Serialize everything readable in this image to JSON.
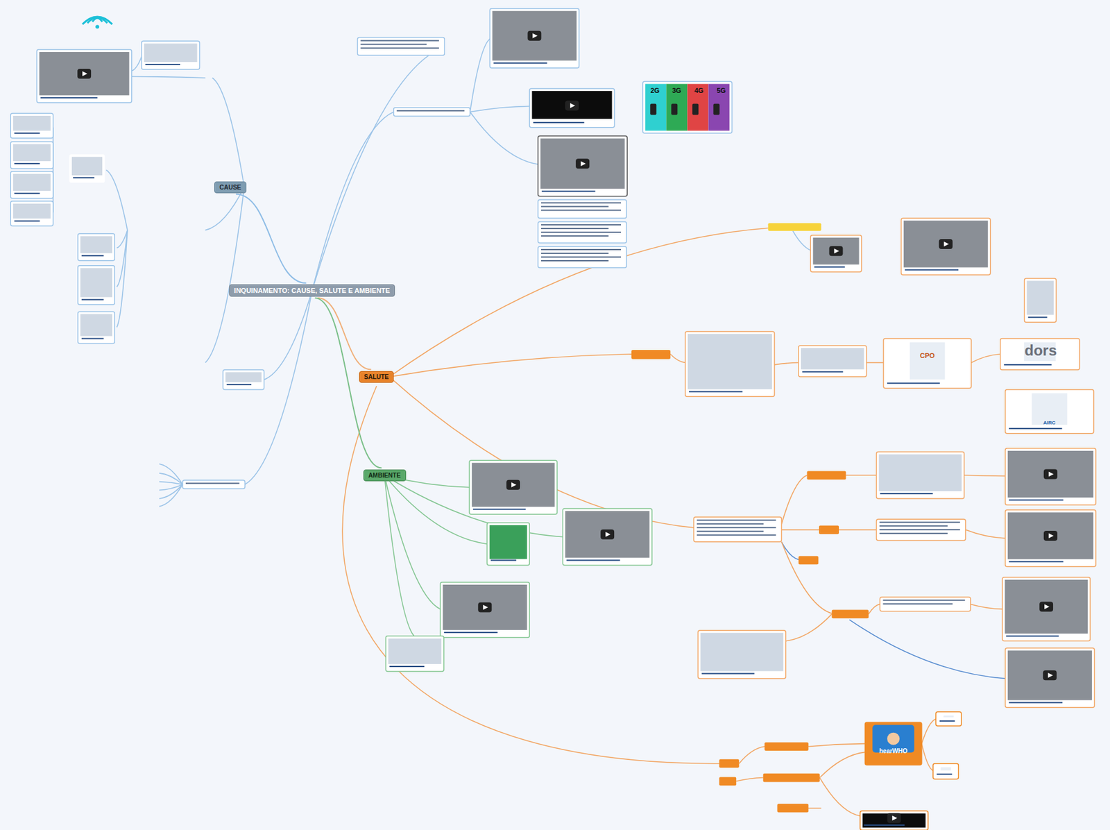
{
  "diagram": {
    "nodes": [
      {
        "text": [
          "INQUINAMENTO: CAUSE, SALUTE E AMBIENTE"
        ]
      },
      {
        "text": [
          "CAUSE"
        ]
      },
      {
        "text": [
          "SALUTE"
        ]
      },
      {
        "text": [
          "AMBIENTE"
        ]
      }
    ],
    "edges": [
      {
        "from": 0,
        "to": 1,
        "arrow": "none"
      },
      {
        "from": 0,
        "to": 2,
        "arrow": "none"
      },
      {
        "from": 0,
        "to": 3,
        "arrow": "none"
      }
    ],
    "labels": [
      "2G",
      "3G",
      "4G",
      "5G",
      "CPO",
      "dors",
      "AIRC",
      "hearWHO"
    ]
  }
}
